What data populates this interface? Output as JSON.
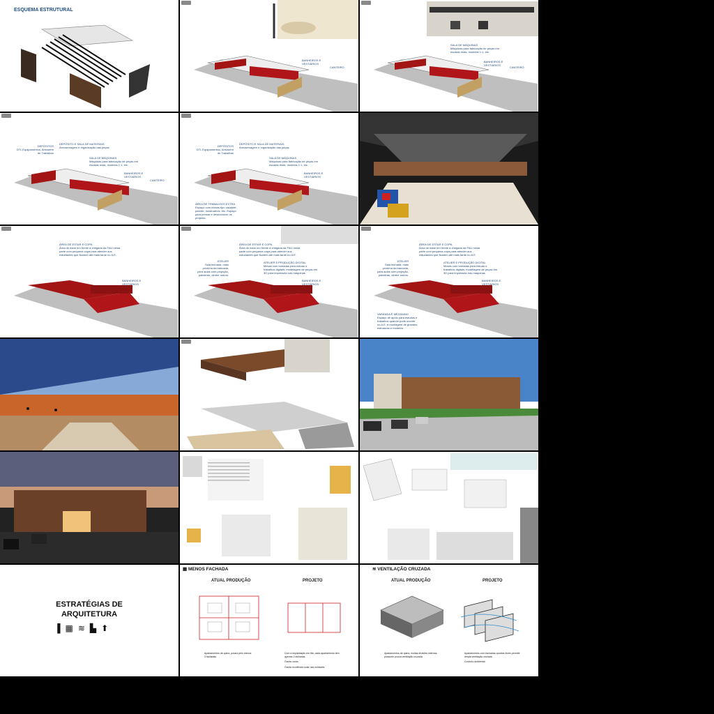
{
  "cells": {
    "r1c1": {
      "title": "ESQUEMA ESTRUTURAL"
    },
    "r1c2": {
      "labels": [
        "BANHEIROS E VESTIÁRIOS",
        "CANTEIRO"
      ]
    },
    "r1c3": {
      "labels": [
        "SALA DE MÁQUINAS",
        "Máquinas para fabricação de peças em escalas reais, modelos 1:1, etc.",
        "BANHEIROS E VESTIÁRIOS",
        "CANTEIRO"
      ]
    },
    "r2c1": {
      "labels": [
        "DEPÓSITOS",
        "DTL Equipamentos, Armazém de Trabalhos",
        "DEPÓSITO E SALA DE MATERIAIS",
        "Armazenagem e organização das peças",
        "SALA DE MÁQUINAS",
        "Máquinas para fabricação de peças em escalas reais, modelos 1:1, etc.",
        "BANHEIROS E VESTIÁRIOS",
        "CANTEIRO"
      ]
    },
    "r2c2": {
      "labels": [
        "DEPÓSITOS",
        "DTL Equipamentos, Armazém de Trabalhos",
        "DEPÓSITO E SALA DE MATERIAIS",
        "Armazenagem e organização das peças",
        "SALA DE MÁQUINAS",
        "Máquinas para fabricação de peças em escalas reais, modelos 1:1, etc.",
        "BANHEIROS E VESTIÁRIOS",
        "ÁREA DE TRABALHOS EXTRA",
        "Espaço com mesas tipo cavalete, parede, mostruários, etc. Espaço para pensar e desenvolver os projetos."
      ]
    },
    "r3c1": {
      "labels": [
        "ÁREA DE ESTAR E COPA",
        "Área de estar em frente à chegada da FAU nesta parte com pequena copa para atender aos estudantes que ficarem até mais tarde no A.E.",
        "BANHEIROS E VESTIÁRIOS"
      ]
    },
    "r3c2": {
      "labels": [
        "ÁREA DE ESTAR E COPA",
        "Área de estar em frente à chegada da FAU nesta parte com pequena copa para atender aos estudantes que ficarem até mais tarde no A.E.",
        "ATELIER",
        "Sala fechada, mais próxima da bancada, para aulas com projeção, palestras, dentre outros.",
        "ATELIER E PRODUÇÃO DIGITAL",
        "Mesas com tomadas para estudo e trabalhos digitais; modelagem de peças em 3D para impressão nas máquinas",
        "BANHEIROS E VESTIÁRIOS"
      ]
    },
    "r3c3": {
      "labels": [
        "ÁREA DE ESTAR E COPA",
        "Área de estar em frente à chegada da FAU nesta parte com pequena copa para atender aos estudantes que ficarem até mais tarde no A.E.",
        "ATELIER",
        "Sala fechada, mais próxima da bancada, para aulas com projeção, palestras, dentre outros.",
        "ATELIER E PRODUÇÃO DIGITAL",
        "Mesas com tomadas para estudo e trabalhos digitais; modelagem de peças em 3D para impressão nas máquinas",
        "BANHEIROS E VESTIÁRIOS",
        "VARANDA E MEZANINO",
        "Espaço de apoio para estudos e trabalhos quando pode ocorrer no A.E. e montagem de grandes estruturas e modelos"
      ]
    },
    "r6c1": {
      "title_line1": "ESTRATÉGIAS DE",
      "title_line2": "ARQUITETURA",
      "icons": [
        "column-icon",
        "facade-icon",
        "wind-icon",
        "sun-icon",
        "person-icon"
      ]
    },
    "r6c2": {
      "title": "MENOS FACHADA",
      "col1": "ATUAL PRODUÇÃO",
      "col2": "PROJETO",
      "cap1": "Apartamentos de quina, possui pelo menos 3 fachadas",
      "cap2a": "Com a implantação em fita, cada apartamento tem apenas 2 fachadas",
      "cap2b": "Ganho custo",
      "cap2c": "Ganho incidência solar nas unidades"
    },
    "r6c3": {
      "title": "VENTILAÇÃO CRUZADA",
      "col1": "ATUAL PRODUÇÃO",
      "col2": "PROJETO",
      "cap1": "Apartamentos de quina, muitas divisões internas, possuem pouca ventilação cruzada",
      "cap2a": "Apartamentos com fachadas opostas livres permite ampla ventilação cruzada",
      "cap2b": "Conforto ambiental"
    }
  }
}
